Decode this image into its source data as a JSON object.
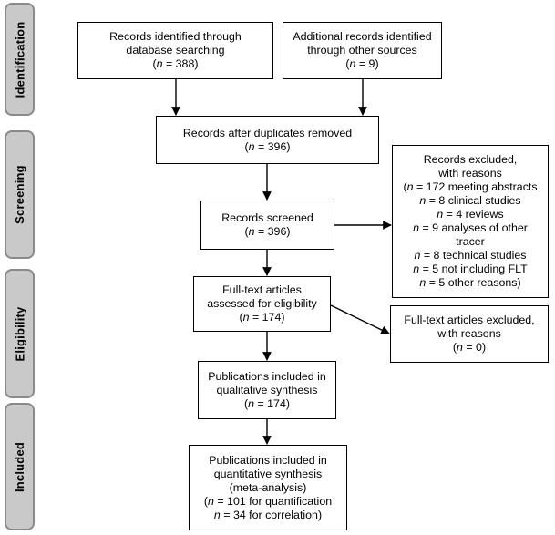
{
  "phases": {
    "identification": "Identification",
    "screening": "Screening",
    "eligibility": "Eligibility",
    "included": "Included"
  },
  "boxes": {
    "database": {
      "line1": "Records identified through",
      "line2": "database searching",
      "n_label": "n",
      "n_value": " = 388"
    },
    "other_sources": {
      "line1": "Additional records identified",
      "line2": "through other sources",
      "n_label": "n",
      "n_value": " = 9"
    },
    "after_duplicates": {
      "line1": "Records after duplicates removed",
      "n_label": "n",
      "n_value": " = 396"
    },
    "screened": {
      "line1": "Records screened",
      "n_label": "n",
      "n_value": " = 396"
    },
    "excluded": {
      "title1": "Records excluded,",
      "title2": "with reasons",
      "items": [
        {
          "prefix": "(",
          "n": "n",
          "text": " = 172 meeting abstracts"
        },
        {
          "prefix": "",
          "n": "n",
          "text": " = 8 clinical studies"
        },
        {
          "prefix": "",
          "n": "n",
          "text": " = 4 reviews"
        },
        {
          "prefix": "",
          "n": "n",
          "text": " = 9 analyses of other"
        },
        {
          "prefix": "",
          "n": "",
          "text": "tracer"
        },
        {
          "prefix": "",
          "n": "n",
          "text": " = 8 technical studies"
        },
        {
          "prefix": "",
          "n": "n",
          "text": " = 5 not including FLT"
        },
        {
          "prefix": "",
          "n": "n",
          "text": " = 5 other reasons)"
        }
      ]
    },
    "fulltext": {
      "line1": "Full-text articles",
      "line2": "assessed for eligibility",
      "n_label": "n",
      "n_value": " = 174"
    },
    "fulltext_excluded": {
      "line1": "Full-text articles excluded,",
      "line2": "with reasons",
      "n_label": "n",
      "n_value": " = 0"
    },
    "qualitative": {
      "line1": "Publications included in",
      "line2": "qualitative synthesis",
      "n_label": "n",
      "n_value": " = 174"
    },
    "quantitative": {
      "line1": "Publications included in",
      "line2": "quantitative synthesis",
      "line3": "(meta-analysis)",
      "n1_label": "n",
      "n1_value": " = 101 for quantification",
      "n2_label": "n",
      "n2_value": " = 34 for correlation"
    }
  }
}
